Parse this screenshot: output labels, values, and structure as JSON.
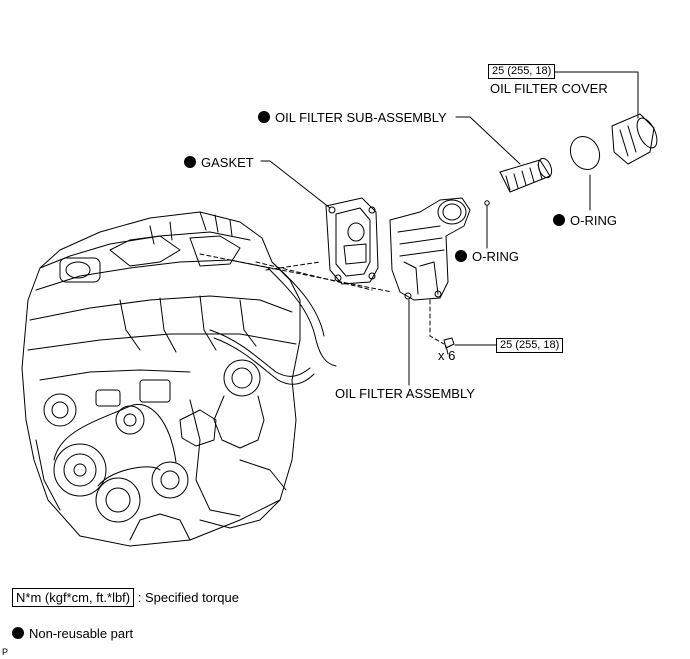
{
  "labels": {
    "oil_filter_cover": "OIL FILTER COVER",
    "oil_filter_sub_assembly": "OIL FILTER SUB-ASSEMBLY",
    "gasket": "GASKET",
    "o_ring_cover": "O-RING",
    "o_ring_assembly": "O-RING",
    "oil_filter_assembly": "OIL FILTER ASSEMBLY",
    "bolt_quantity": "x 6"
  },
  "torque": {
    "cover": "25 (255, 18)",
    "bolts": "25 (255, 18)"
  },
  "legend": {
    "torque_box": "N*m (kgf*cm, ft.*lbf)",
    "torque_text": ": Specified torque",
    "non_reusable_text": "Non-reusable part"
  },
  "page_code": "P"
}
